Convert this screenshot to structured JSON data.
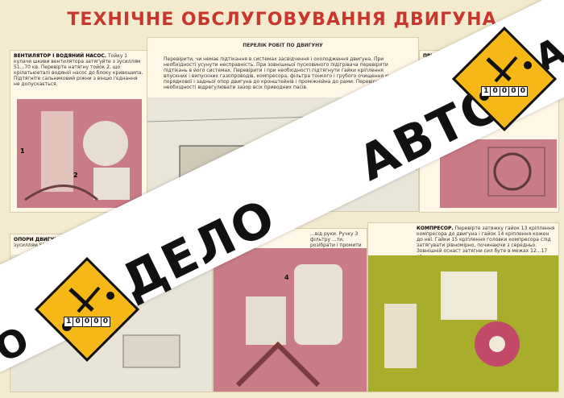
{
  "poster": {
    "title": "ТЕХНІЧНЕ ОБСЛУГОВУВАННЯ ДВИГУНА"
  },
  "panels": {
    "fan": {
      "heading": "ВЕНТИЛЯТОР І ВОДЯНИЙ НАСОС.",
      "text": "Тойку 1 кулачи шкиви вентилятора затягуйте з зусиллям 51...70 кв. Перевірте натягну тойок 2, що крілатьюеталі водяної насос до блоку кривошипа. Підтягніте сальниковий ріжни з вінцю і'єднання не допускається.",
      "label1": "1",
      "label2": "2"
    },
    "center": {
      "heading": "ПЕРЕЛІК РОБІТ ПО ДВИГУНУ",
      "text": "Перевірити, чи немає підтікання в системах засвідчення і охолодження двигуна. При необхідності усунути несправність. При зовнішньої пусковиного підігрівача перевіряти підтікань в його системах. Перевірити і при необхідності підтягнути гайки кріплення впускних і випускних газопроводів, компресора, фільтра тонкого і грубого очищення масла, порядкової і задньої опор двигуна до кронштейнів і проміжнійна до рами. Перевірити і при необхідності відрегулювати зазор всіх приводних пасів."
    },
    "right": {
      "heading": "ПРИВОД"
    },
    "supports": {
      "heading": "ОПОРИ ДВИГУНА.",
      "text": "Гайки 3 болтів кріплення пере... з зусиллям 50...100 кв, а гайки болтів задн..."
    },
    "middle": {
      "text": "...від руки. Ручку 3 фільтру ...ти, розібрати і промити з",
      "label": "4"
    },
    "compressor": {
      "heading": "КОМПРЕСОР.",
      "text": "Перевірте затяжку гайок 13 кріплення компресора до двигуна і гайок 14 кріплення кожен до неї. Гайки 15 кріплення головки компресора слід затягувати рівномірно, починаючи з середньо. Зовнішній оснаст затягни сил буте в межах 12...17 кв."
    }
  },
  "watermark": {
    "word_top": "АВТО",
    "word_bottom": "ДЕЛО",
    "fragment_left": "О",
    "fragment_right": "А",
    "counter_digits": [
      "1",
      "0",
      "0",
      "0",
      "0"
    ],
    "accent": "#f5b817"
  }
}
